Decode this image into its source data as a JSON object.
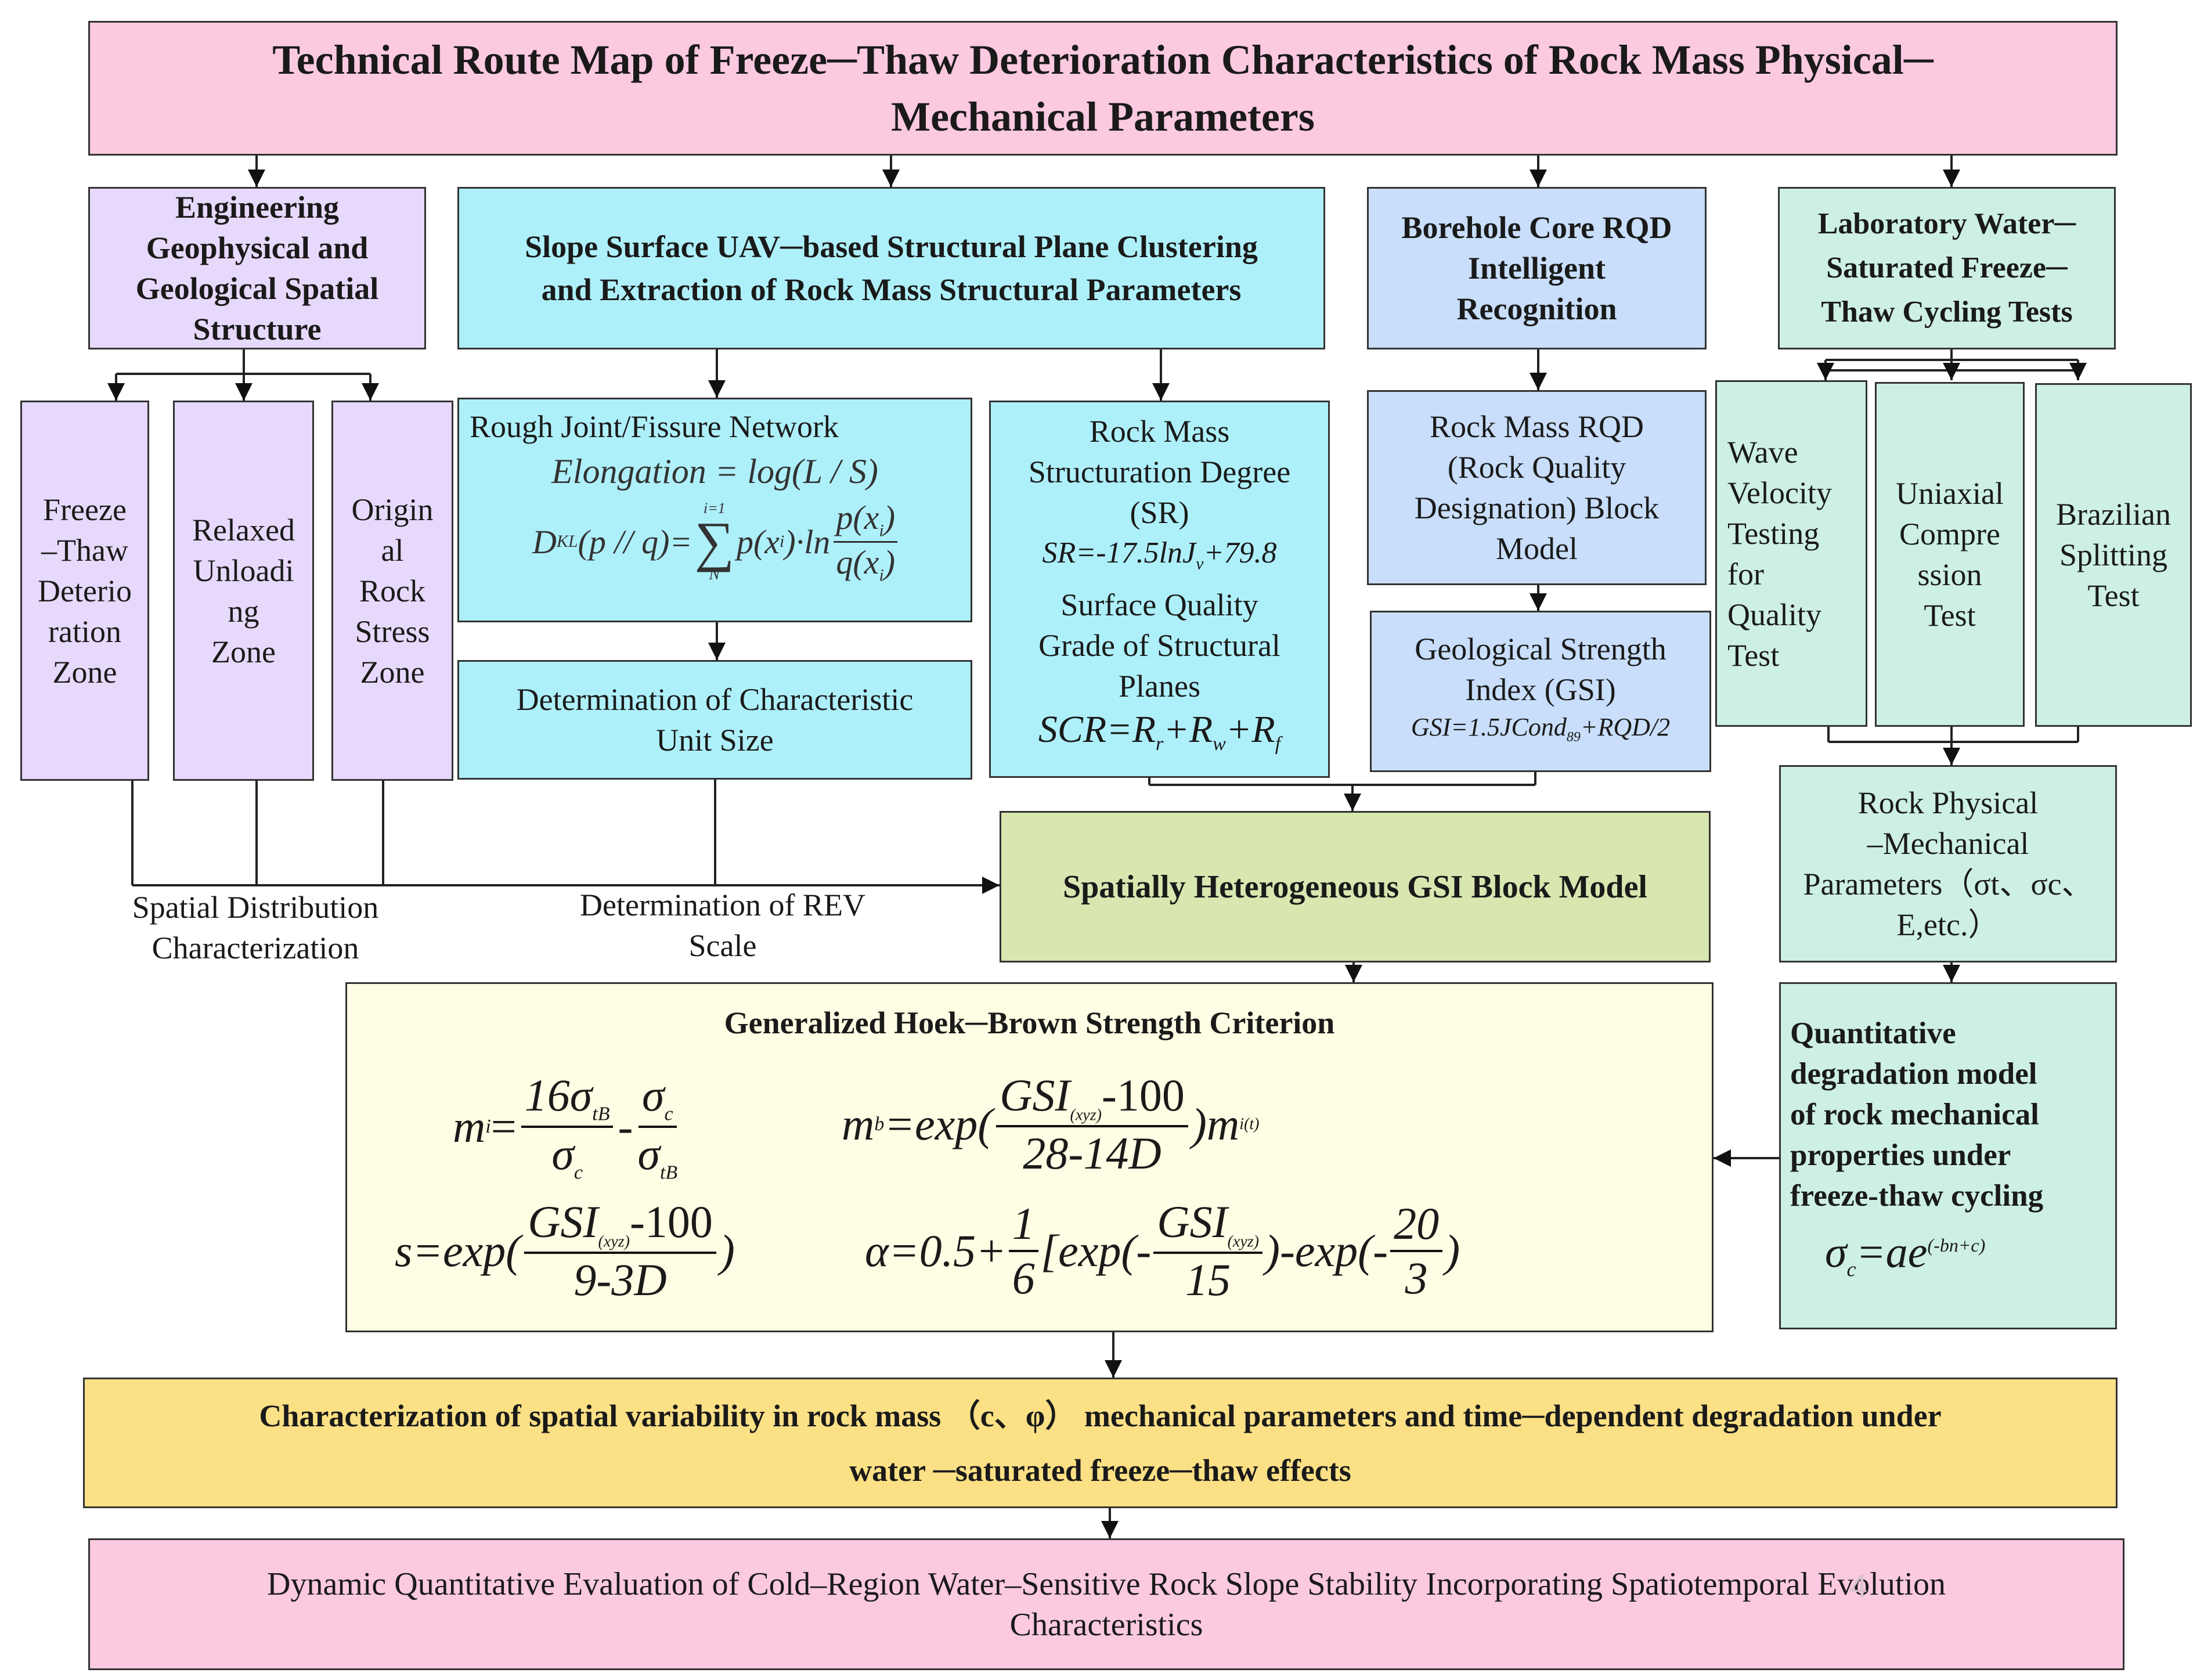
{
  "title": {
    "line1": "Technical Route Map of Freeze─Thaw Deterioration Characteristics of Rock Mass Physical─",
    "line2": "Mechanical Parameters"
  },
  "geophysical": {
    "header": [
      "Engineering",
      "Geophysical and",
      "Geological Spatial",
      "Structure"
    ],
    "zones": [
      [
        "Freeze",
        "–Thaw",
        "Deterio",
        "ration",
        "Zone"
      ],
      [
        "Relaxed",
        "Unloadi",
        "ng",
        "Zone"
      ],
      [
        "Origin",
        "al",
        "Rock",
        "Stress",
        "Zone"
      ]
    ],
    "bottom_label": [
      "Spatial Distribution",
      "Characterization"
    ]
  },
  "uav": {
    "header": [
      "Slope Surface UAV─based Structural Plane Clustering",
      "and Extraction of Rock Mass Structural Parameters"
    ],
    "joint_title": "Rough Joint/Fissure Network",
    "elongation": "Elongation = log(L / S)",
    "dkl_lhs": "D",
    "dkl_sub": "KL",
    "dkl_args": "(p // q)=",
    "dkl_sum_top": "i=1",
    "dkl_sum_bottom": "N",
    "dkl_term": "p(x",
    "dkl_term_sub": "i",
    "dkl_ln": ")·ln",
    "dkl_num": "p(x",
    "dkl_den": "q(x",
    "char_unit": [
      "Determination of Characteristic",
      "Unit Size"
    ],
    "rev_label": [
      "Determination of REV",
      "Scale"
    ],
    "structuration": [
      "Rock Mass",
      "Structuration Degree",
      "(SR)"
    ],
    "sr_formula": "SR=-17.5lnJ",
    "sr_sub": "v",
    "sr_tail": "+79.8",
    "surface_quality": [
      "Surface Quality",
      "Grade of Structural",
      "Planes"
    ],
    "scr_formula": "SCR=R",
    "scr_r": "r",
    "scr_plus_w": "+R",
    "scr_w": "w",
    "scr_plus_f": "+R",
    "scr_f": "f"
  },
  "borehole": {
    "header": [
      "Borehole Core RQD",
      "Intelligent",
      "Recognition"
    ],
    "rqd_model": [
      "Rock Mass RQD",
      "(Rock Quality",
      "Designation) Block",
      "Model"
    ],
    "gsi": [
      "Geological Strength",
      "Index (GSI)"
    ],
    "gsi_formula": "GSI=1.5JCond",
    "gsi_sub": "89",
    "gsi_tail": "+RQD/2"
  },
  "laboratory": {
    "header": [
      "Laboratory Water─",
      "Saturated Freeze─",
      "Thaw Cycling Tests"
    ],
    "tests": [
      [
        "Wave",
        "Velocity",
        "Testing",
        "for",
        "Quality",
        "Test"
      ],
      [
        "Uniaxial",
        "Compre",
        "ssion",
        "Test"
      ],
      [
        "Brazilian",
        "Splitting",
        "Test"
      ]
    ],
    "params": [
      "Rock Physical",
      "–Mechanical",
      "Parameters（σt、σc、",
      "E,etc.）"
    ],
    "degradation": [
      "Quantitative",
      "degradation model",
      "of rock mechanical",
      "properties under",
      "freeze-thaw cycling"
    ],
    "deg_formula_lhs": "σ",
    "deg_formula_sub": "c",
    "deg_formula_rhs": "=ae",
    "deg_formula_sup": "(-bn+c)"
  },
  "gsi_block": "Spatially Heterogeneous GSI Block Model",
  "hoek_brown": {
    "title": "Generalized Hoek─Brown Strength Criterion",
    "mi_lhs": "m",
    "mi_sub": "i",
    "mi_num1": "16σ",
    "mi_num1_sub": "tB",
    "mi_den1": "σ",
    "mi_den1_sub": "c",
    "mi_num2": "σ",
    "mi_num2_sub": "c",
    "mi_den2": "σ",
    "mi_den2_sub": "tB",
    "mb_lhs": "m",
    "mb_sub": "b",
    "mb_exp": "=exp(",
    "mb_num": "GSI",
    "mb_num_sub": "(xyz)",
    "mb_num_tail": "-100",
    "mb_den": "28-14D",
    "mb_tail": ")m",
    "mb_tail_sub": "i(t)",
    "s_lhs": "s=exp(",
    "s_num": "GSI",
    "s_num_sub": "(xyz)",
    "s_num_tail": "-100",
    "s_den": "9-3D",
    "s_tail": ")",
    "a_lhs": "α=0.5+",
    "a_frac_num": "1",
    "a_frac_den": "6",
    "a_mid": "[exp(-",
    "a_num": "GSI",
    "a_num_sub": "(xyz)",
    "a_den": "15",
    "a_mid2": ")-exp(-",
    "a_num2": "20",
    "a_den2": "3",
    "a_tail": ")"
  },
  "characterization": {
    "line1": "Characterization of spatial variability in rock mass （c、φ） mechanical parameters and time─dependent degradation under",
    "line2": "water ─saturated freeze─thaw effects"
  },
  "evaluation": {
    "line1": "Dynamic Quantitative Evaluation of Cold–Region Water–Sensitive Rock Slope Stability Incorporating Spatiotemporal Evolution",
    "line2": "Characteristics",
    "page_number": "4"
  },
  "colors": {
    "pink": "#fbc9e0",
    "lavender": "#e7d9fb",
    "cyan": "#aef0fa",
    "blue": "#c8defa",
    "mint": "#cdf0e2",
    "olive": "#d8e6b0",
    "cream": "#fffde3",
    "gold": "#fce085"
  }
}
